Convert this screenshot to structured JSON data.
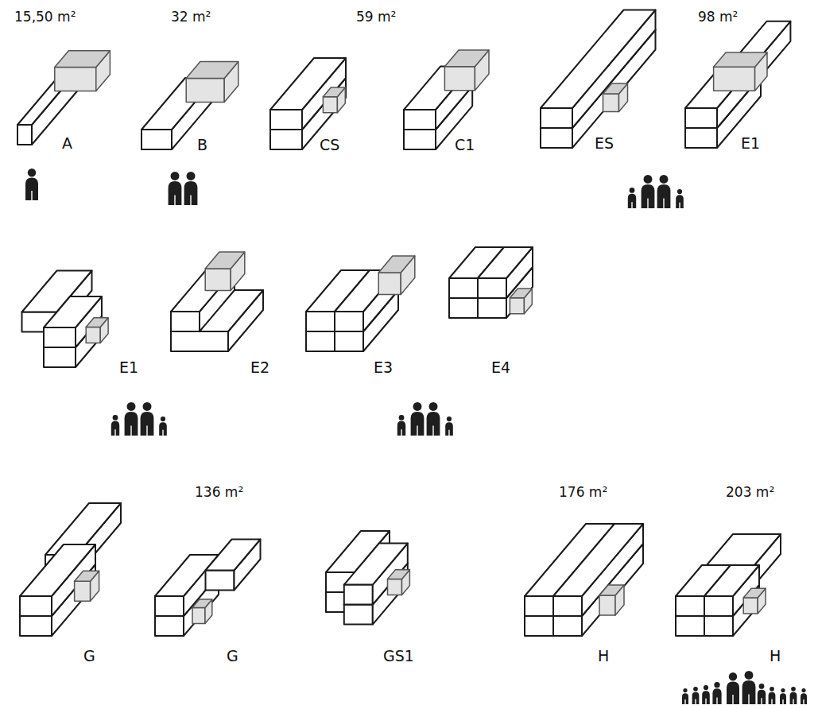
{
  "diagram": {
    "labels": [
      "15,50 m²",
      "32 m²",
      "59 m²",
      "98 m²",
      "A",
      "B",
      "CS",
      "C1",
      "ES",
      "E1",
      "E1",
      "E2",
      "E3",
      "E4",
      "136 m²",
      "176 m²",
      "203 m²",
      "G",
      "G",
      "GS1",
      "H",
      "H"
    ]
  }
}
